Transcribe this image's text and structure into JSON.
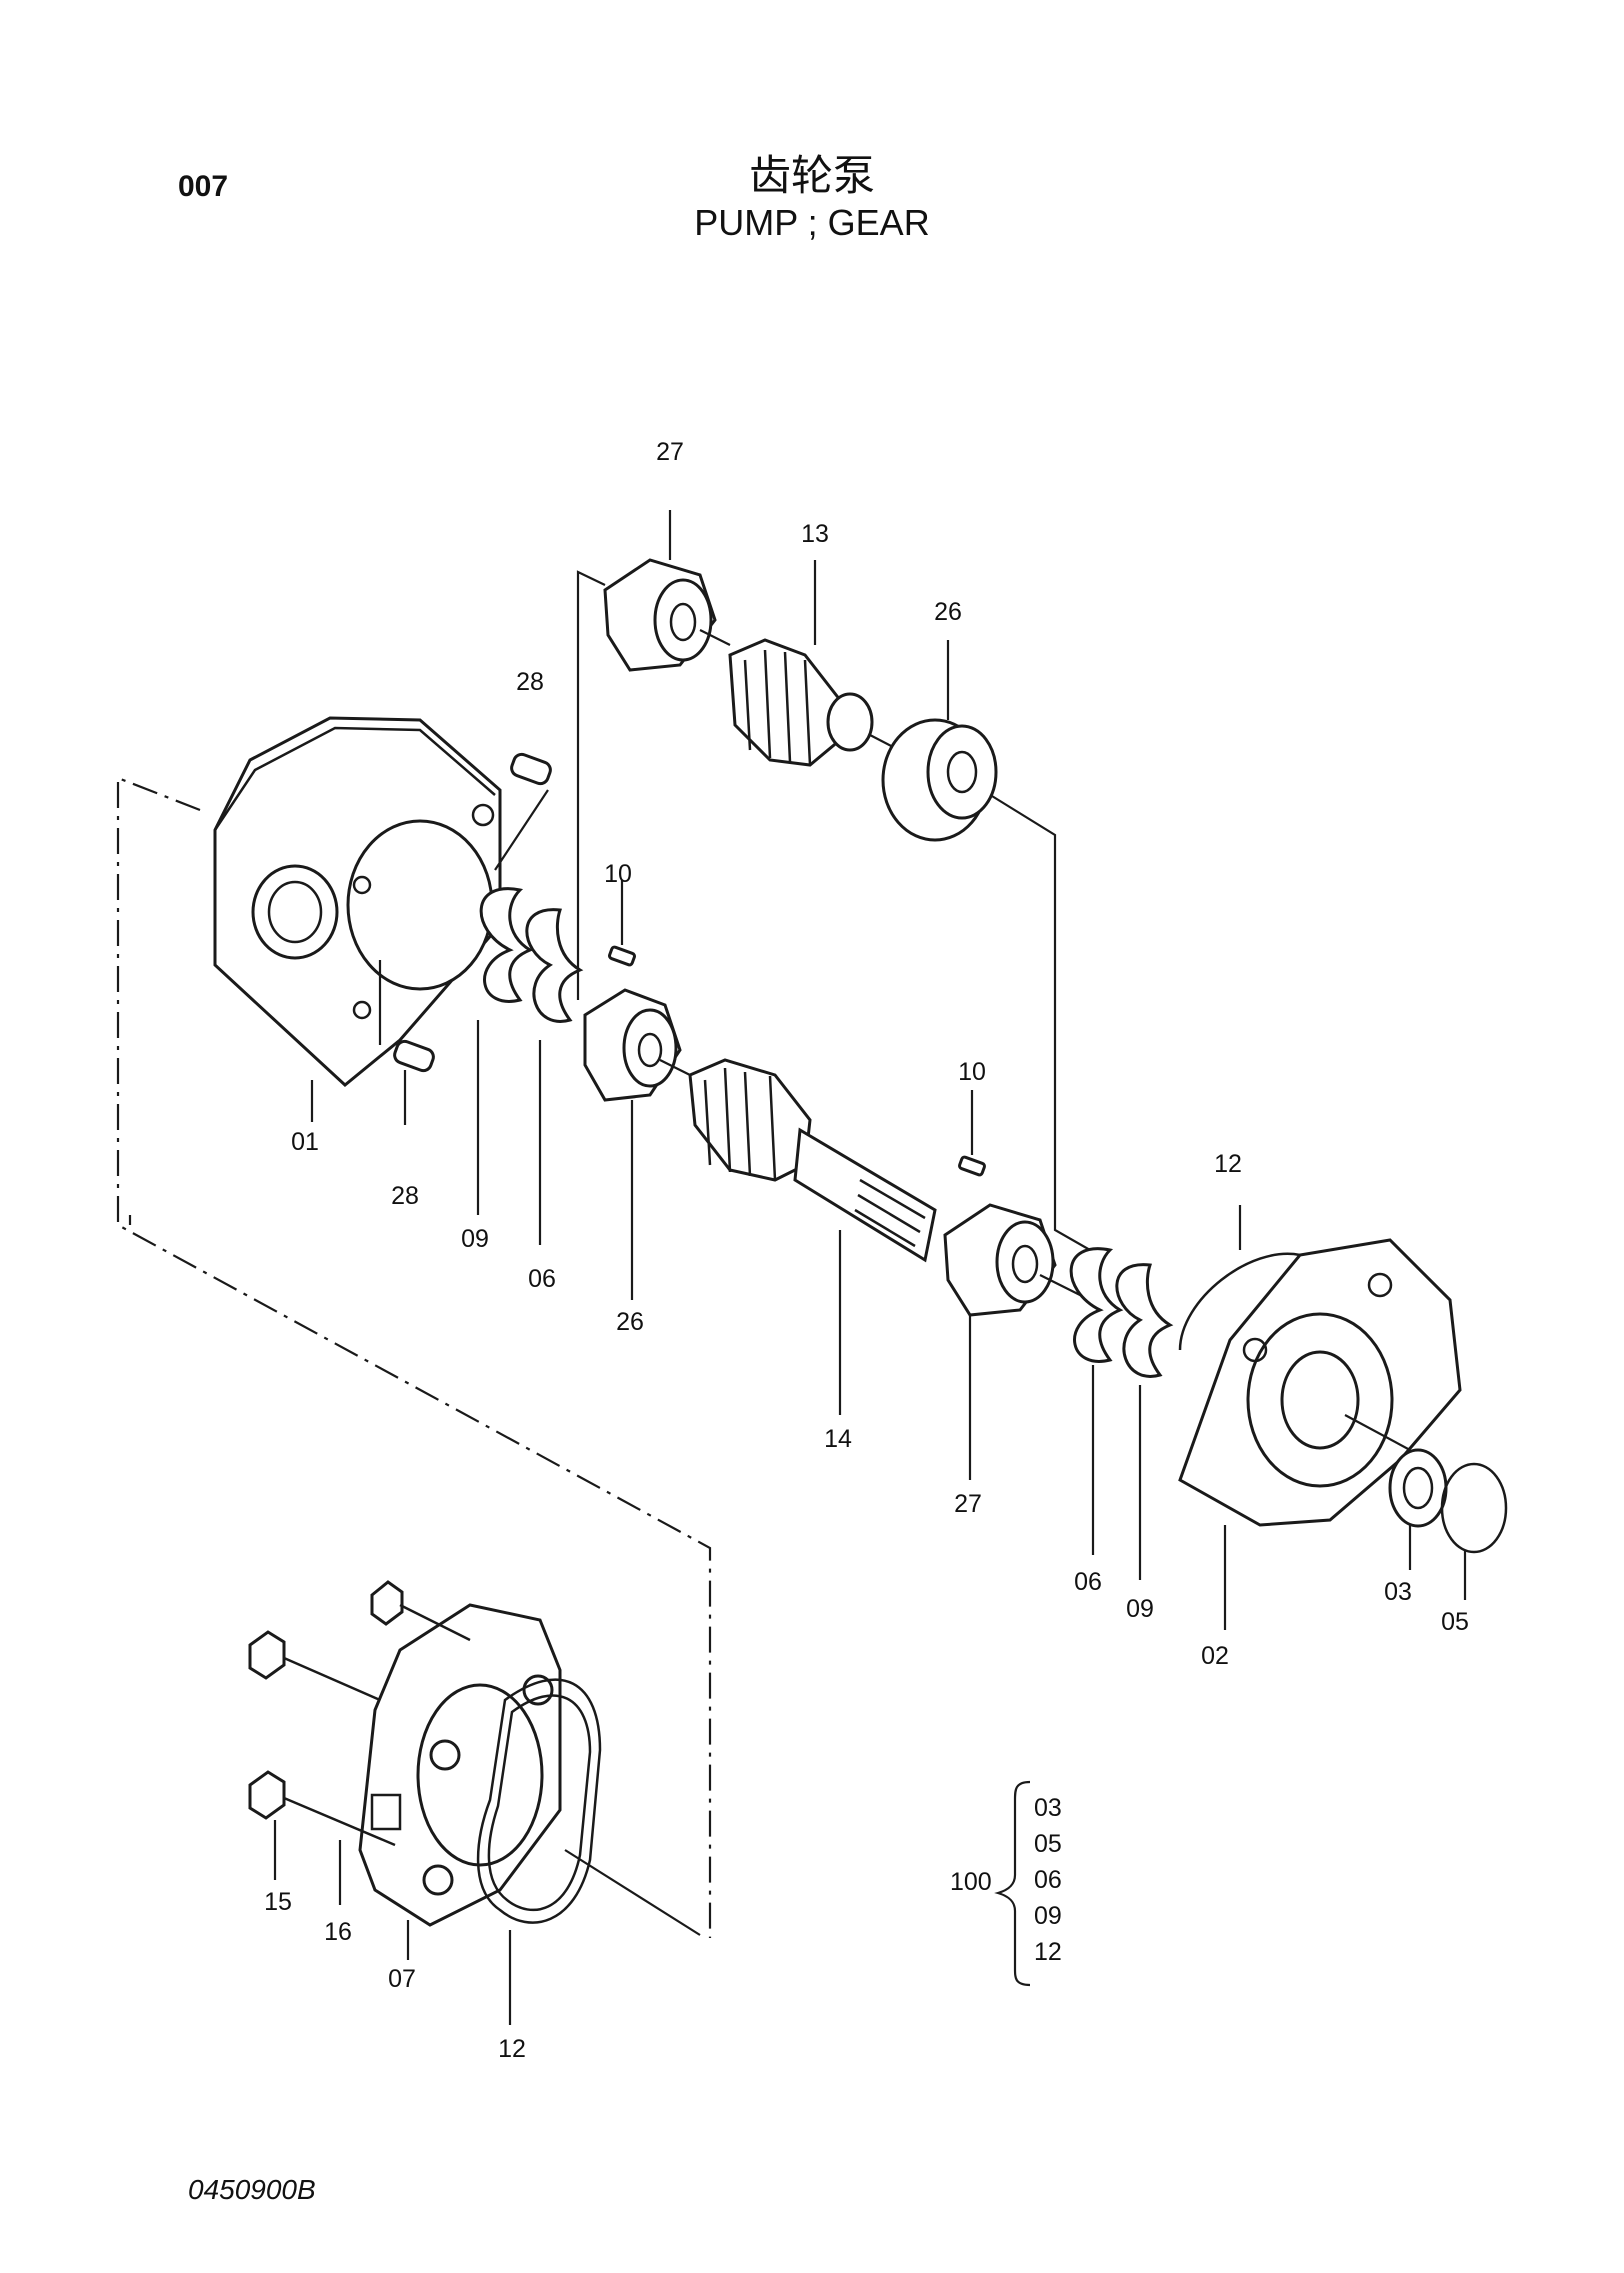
{
  "header": {
    "page_code": "007",
    "title_cn": "齿轮泵",
    "title_en": "PUMP ; GEAR"
  },
  "callouts": {
    "c01": "01",
    "c02": "02",
    "c03": "03",
    "c05": "05",
    "c06_left": "06",
    "c06_right": "06",
    "c07": "07",
    "c09_left": "09",
    "c09_right": "09",
    "c10_left": "10",
    "c10_right": "10",
    "c12_top": "12",
    "c12_bottom": "12",
    "c13": "13",
    "c14": "14",
    "c15": "15",
    "c16": "16",
    "c26_top": "26",
    "c26_mid": "26",
    "c27_top": "27",
    "c27_mid": "27",
    "c28_top": "28",
    "c28_bottom": "28"
  },
  "kit": {
    "quantity_label": "100",
    "items": [
      "03",
      "05",
      "06",
      "09",
      "12"
    ]
  },
  "footer": {
    "drawing_number": "0450900B"
  },
  "parts": {
    "pump_body": "housing-icon",
    "front_cover": "flange-cover-icon",
    "rear_cover": "end-cover-icon",
    "drive_gear": "spline-gear-shaft-icon",
    "driven_gear": "gear-icon",
    "bushings": "bushing-icon",
    "seals": "seal-ring-icon",
    "bolts": "bolt-icon",
    "pins": "pin-icon"
  }
}
